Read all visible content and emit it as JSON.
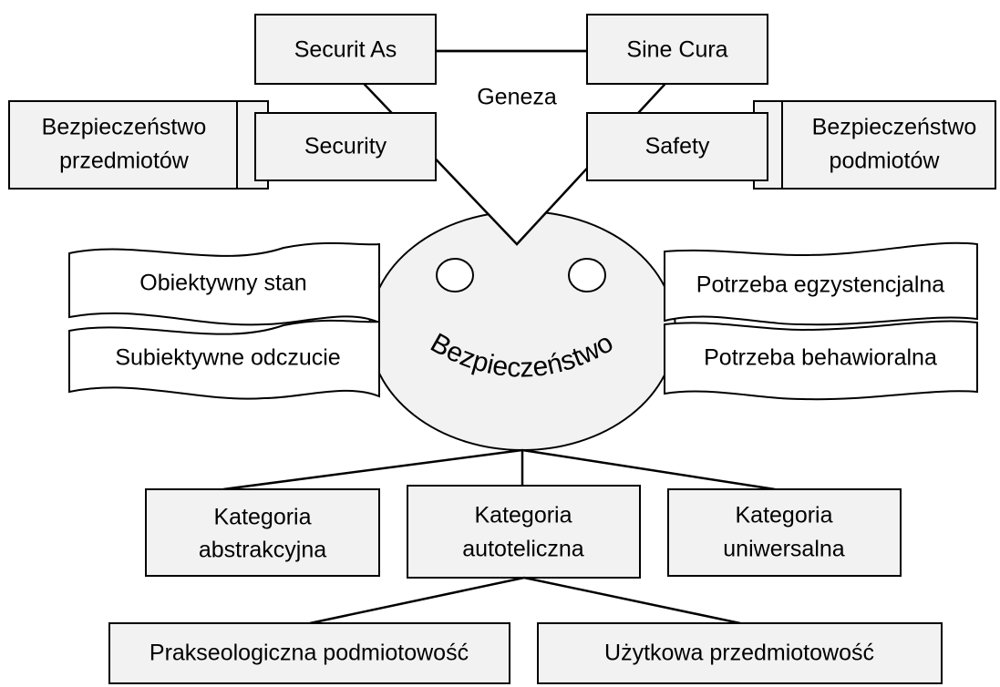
{
  "genesis": {
    "securit_as": "Securit As",
    "sine_cura": "Sine Cura",
    "geneza": "Geneza",
    "security": "Security",
    "safety": "Safety",
    "bezp_przedmiotow": [
      "Bezpieczeństwo",
      "przedmiotów"
    ],
    "bezp_podmiotow": [
      "Bezpieczeństwo",
      "podmiotów"
    ]
  },
  "face": {
    "label": "Bezpieczeństwo"
  },
  "banners": {
    "left_top": "Obiektywny stan",
    "left_bottom": "Subiektywne odczucie",
    "right_top": "Potrzeba egzystencjalna",
    "right_bottom": "Potrzeba behawioralna"
  },
  "categories": {
    "abstrakcyjna": [
      "Kategoria",
      "abstrakcyjna"
    ],
    "autoteliczna": [
      "Kategoria",
      "autoteliczna"
    ],
    "uniwersalna": [
      "Kategoria",
      "uniwersalna"
    ]
  },
  "bottom": {
    "prakseologiczna": "Prakseologiczna podmiotowość",
    "uzytkowa": "Użytkowa przedmiotowość"
  },
  "colors": {
    "box_fill": "#f2f2f2",
    "stroke": "#000000",
    "background": "#ffffff"
  }
}
